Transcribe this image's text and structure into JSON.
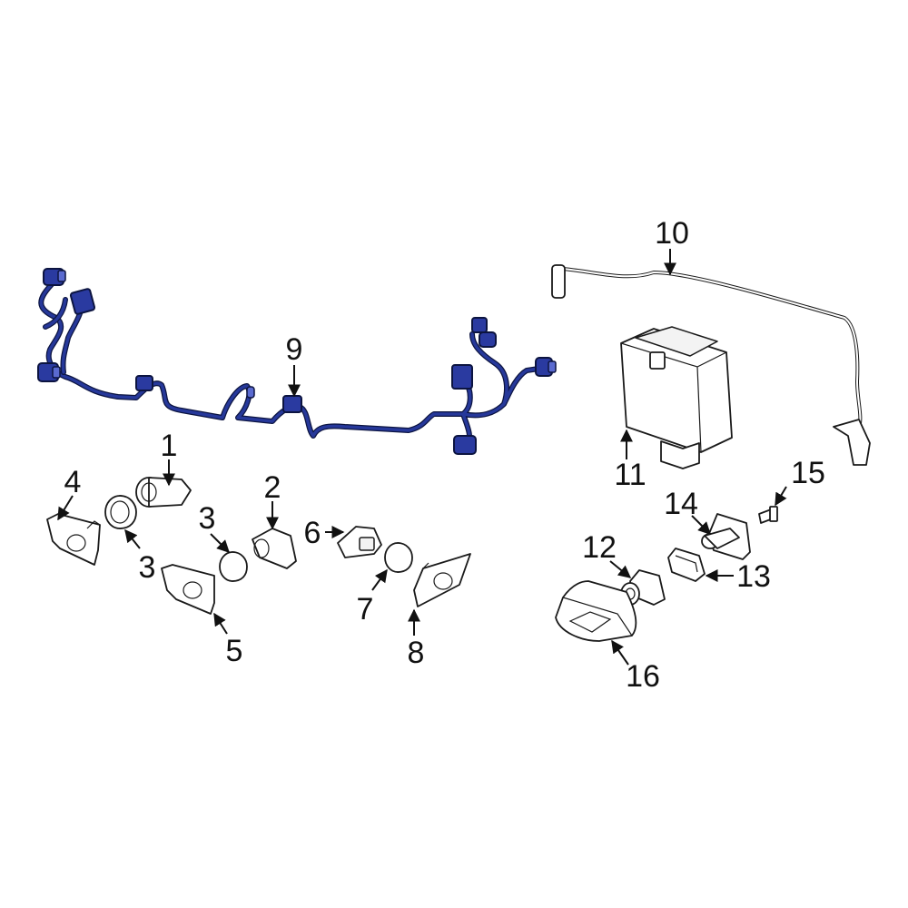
{
  "callouts": {
    "c1": "1",
    "c2": "2",
    "c3a": "3",
    "c3b": "3",
    "c4": "4",
    "c5": "5",
    "c6": "6",
    "c7": "7",
    "c8": "8",
    "c9": "9",
    "c10": "10",
    "c11": "11",
    "c12": "12",
    "c13": "13",
    "c14": "14",
    "c15": "15",
    "c16": "16"
  },
  "colors": {
    "harness": "#26389a",
    "harness_outline": "#0c1440",
    "line": "#1a1a1a"
  }
}
